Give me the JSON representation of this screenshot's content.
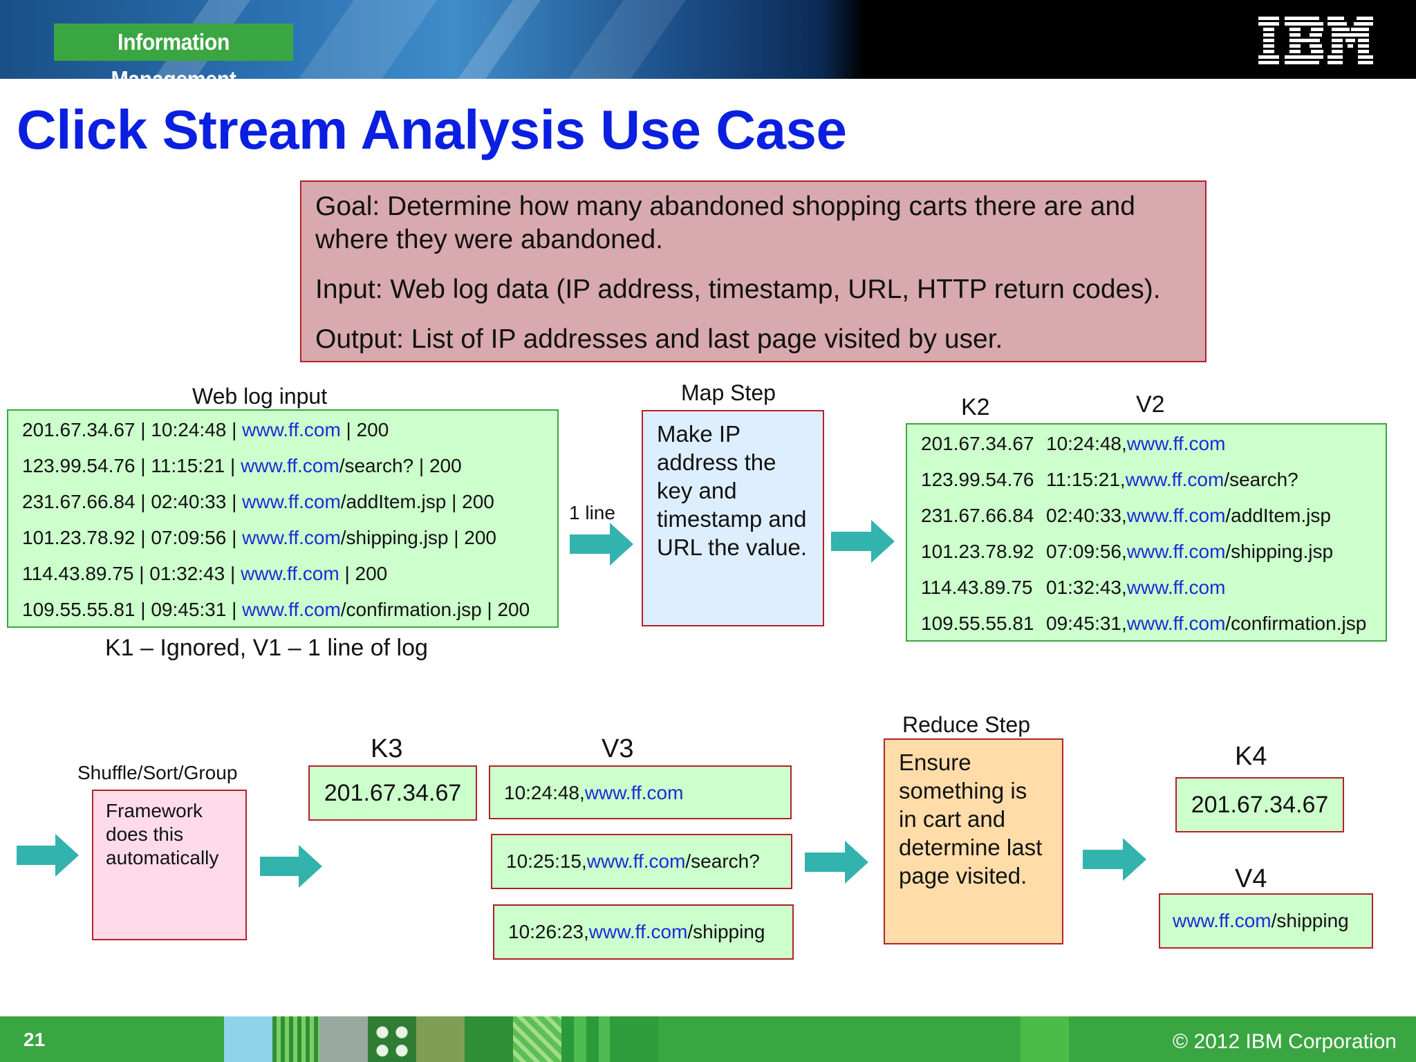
{
  "header": {
    "badge": "Information Management",
    "logo": "IBM"
  },
  "title": "Click Stream Analysis Use Case",
  "goal_box": {
    "goal": "Goal: Determine how many abandoned shopping carts there are and where they were abandoned.",
    "input": "Input: Web log data (IP address, timestamp, URL, HTTP return codes).",
    "output": "Output: List of IP addresses and last page visited by user."
  },
  "web_log": {
    "heading": "Web log input",
    "caption": "K1 – Ignored, V1 – 1 line of log",
    "lines": [
      {
        "pre": "201.67.34.67 | 10:24:48 | ",
        "url": "www.ff.com",
        "path": "",
        "post": " | 200"
      },
      {
        "pre": "123.99.54.76 | 11:15:21 | ",
        "url": "www.ff.com",
        "path": "/search?",
        "post": " | 200"
      },
      {
        "pre": "231.67.66.84 | 02:40:33 | ",
        "url": "www.ff.com",
        "path": "/addItem.jsp",
        "post": " | 200"
      },
      {
        "pre": "101.23.78.92 | 07:09:56 | ",
        "url": "www.ff.com",
        "path": "/shipping.jsp",
        "post": " | 200"
      },
      {
        "pre": "114.43.89.75 | 01:32:43 | ",
        "url": "www.ff.com",
        "path": "",
        "post": " | 200"
      },
      {
        "pre": "109.55.55.81 | 09:45:31 | ",
        "url": "www.ff.com",
        "path": "/confirmation.jsp",
        "post": " | 200"
      }
    ]
  },
  "one_line_label": "1 line",
  "map_step": {
    "heading": "Map Step",
    "text": "Make IP address the key and timestamp and URL the value."
  },
  "kv2": {
    "k_label": "K2",
    "v_label": "V2",
    "lines": [
      {
        "ip": "201.67.34.67",
        "time": "10:24:48,",
        "url": "www.ff.com",
        "path": ""
      },
      {
        "ip": "123.99.54.76",
        "time": "11:15:21,",
        "url": "www.ff.com",
        "path": "/search?"
      },
      {
        "ip": "231.67.66.84",
        "time": "02:40:33,",
        "url": "www.ff.com",
        "path": "/addItem.jsp"
      },
      {
        "ip": "101.23.78.92",
        "time": "07:09:56,",
        "url": "www.ff.com",
        "path": "/shipping.jsp"
      },
      {
        "ip": "114.43.89.75",
        "time": "01:32:43,",
        "url": "www.ff.com",
        "path": ""
      },
      {
        "ip": "109.55.55.81",
        "time": "09:45:31,",
        "url": "www.ff.com",
        "path": "/confirmation.jsp"
      }
    ]
  },
  "shuffle": {
    "heading": "Shuffle/Sort/Group",
    "text": "Framework does this automatically"
  },
  "k3": {
    "label": "K3",
    "value": "201.67.34.67"
  },
  "v3": {
    "label": "V3",
    "lines": [
      {
        "time": "10:24:48,",
        "url": "www.ff.com",
        "path": ""
      },
      {
        "time": "10:25:15,",
        "url": "www.ff.com",
        "path": "/search?"
      },
      {
        "time": "10:26:23,",
        "url": "www.ff.com",
        "path": "/shipping"
      }
    ]
  },
  "reduce_step": {
    "heading": "Reduce Step",
    "text": "Ensure something is in cart and determine last page visited."
  },
  "k4": {
    "label": "K4",
    "value": "201.67.34.67"
  },
  "v4": {
    "label": "V4",
    "url": "www.ff.com",
    "path": "/shipping"
  },
  "footer": {
    "page_number": "21",
    "copyright": "© 2012 IBM Corporation"
  },
  "colors": {
    "title_blue": "#0a1fe0",
    "url_blue": "#1a2bd6",
    "arrow_teal": "#33b3ad",
    "ibm_green": "#3aa641",
    "box_border_red": "#b3202a"
  }
}
